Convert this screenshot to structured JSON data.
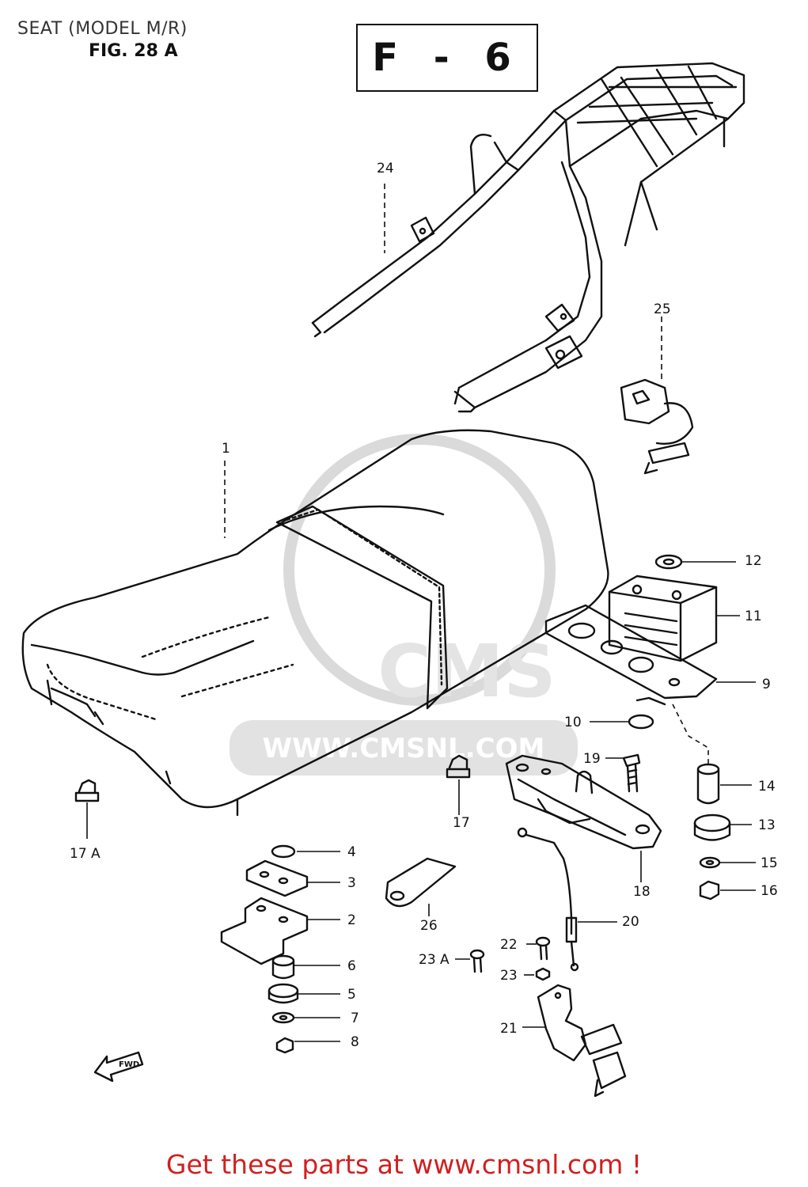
{
  "header": {
    "title": "SEAT (MODEL M/R)",
    "figure": "FIG. 28 A",
    "box_code": "F - 6"
  },
  "watermark": {
    "text": "WWW.CMSNL.COM",
    "logo_text": "CMS"
  },
  "footer": {
    "text": "Get these parts at www.cmsnl.com !"
  },
  "fwd_label": "FWD",
  "callouts": {
    "c1": "1",
    "c2": "2",
    "c3": "3",
    "c4": "4",
    "c5": "5",
    "c6": "6",
    "c7": "7",
    "c8": "8",
    "c9": "9",
    "c10": "10",
    "c11": "11",
    "c12": "12",
    "c13": "13",
    "c14": "14",
    "c15": "15",
    "c16": "16",
    "c17": "17",
    "c17a": "17 A",
    "c18": "18",
    "c19": "19",
    "c20": "20",
    "c21": "21",
    "c22": "22",
    "c23": "23",
    "c23a": "23 A",
    "c24": "24",
    "c25": "25",
    "c26": "26"
  },
  "colors": {
    "line": "#111111",
    "footer": "#d21f1f",
    "watermark": "#d9d9d9"
  }
}
